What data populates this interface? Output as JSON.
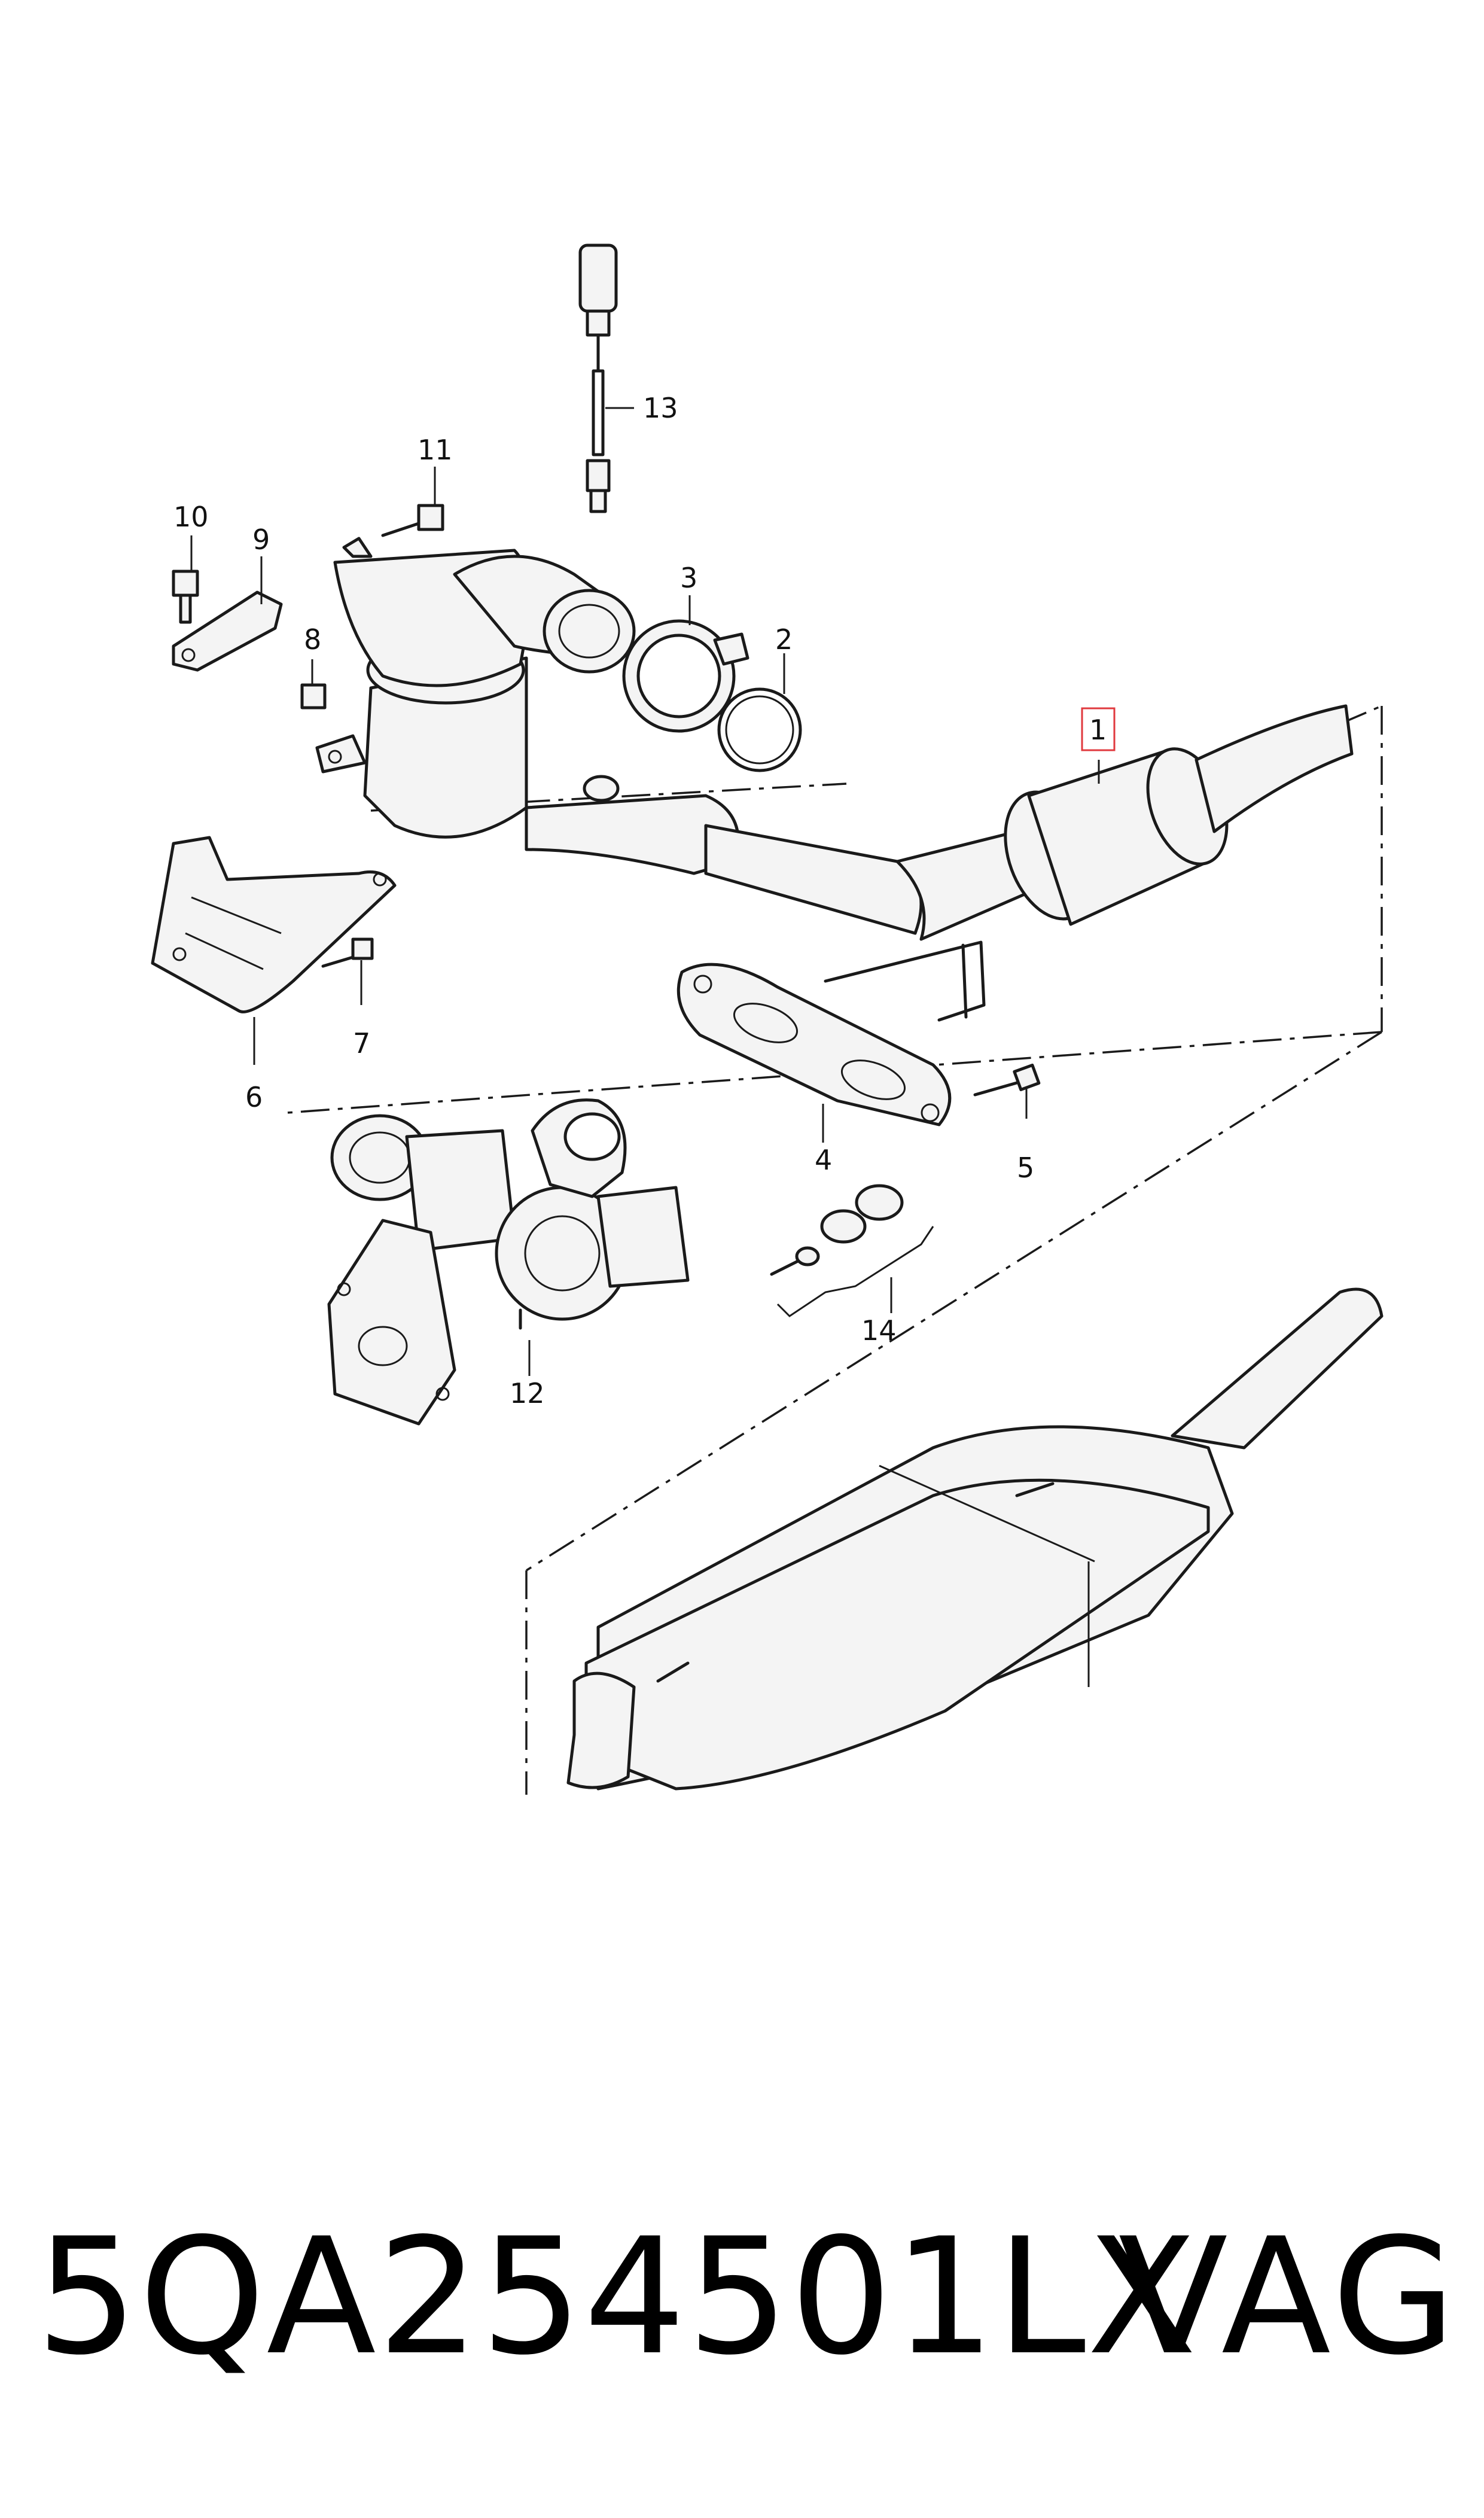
{
  "callouts": {
    "c1": "1",
    "c2": "2",
    "c3": "3",
    "c4": "4",
    "c5": "5",
    "c6": "6",
    "c7": "7",
    "c8": "8",
    "c9": "9",
    "c10": "10",
    "c11": "11",
    "c12": "12",
    "c13": "13",
    "c14": "14"
  },
  "highlighted_callout": "1",
  "highlight_color": "#e0393e",
  "caption": {
    "part_number": "5QA254501LX",
    "brand": "VAG"
  }
}
